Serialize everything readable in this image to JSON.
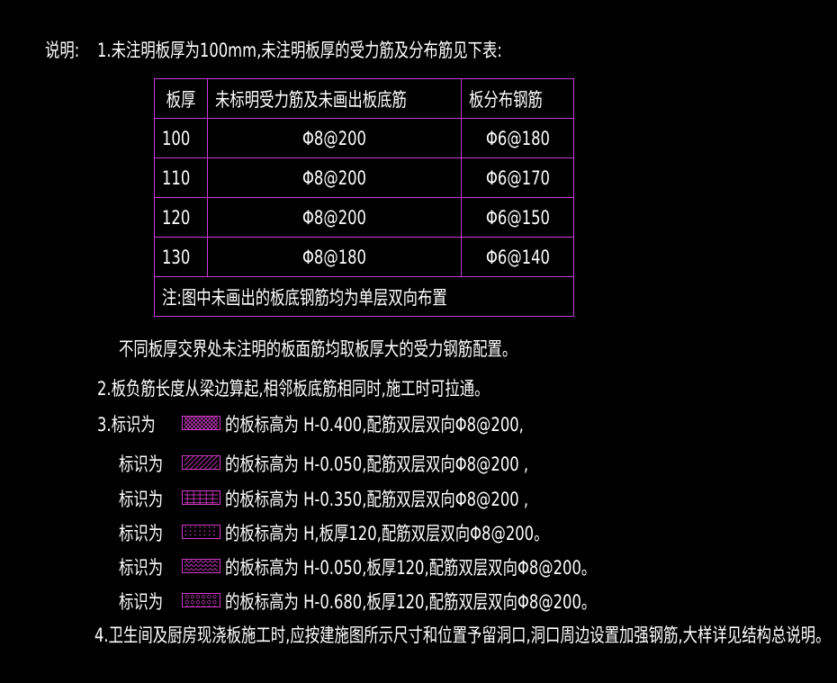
{
  "notes_label": "说明:",
  "item1": "1.未注明板厚为100mm,未注明板厚的受力筋及分布筋见下表:",
  "table": {
    "headers": [
      "板厚",
      "未标明受力筋及未画出板底筋",
      "板分布钢筋"
    ],
    "rows": [
      [
        "100",
        "Φ8@200",
        "Φ6@180"
      ],
      [
        "110",
        "Φ8@200",
        "Φ6@170"
      ],
      [
        "120",
        "Φ8@200",
        "Φ6@150"
      ],
      [
        "130",
        "Φ8@180",
        "Φ6@140"
      ]
    ],
    "footnote": "注:图中未画出的板底钢筋均为单层双向布置"
  },
  "item1_cont": "不同板厚交界处未注明的板面筋均取板厚大的受力钢筋配置。",
  "item2": "2.板负筋长度从梁边算起,相邻板底筋相同时,施工时可拉通。",
  "item3_prefix": "3.标识为",
  "label_prefix": "标识为",
  "legend": [
    {
      "icon": "crosshatch-pattern-icon",
      "text": "的板标高为 H-0.400,配筋双层双向Φ8@200,"
    },
    {
      "icon": "diagonal-hatch-pattern-icon",
      "text": "的板标高为 H-0.050,配筋双层双向Φ8@200 ,"
    },
    {
      "icon": "brick-pattern-icon",
      "text": "的板标高为 H-0.350,配筋双层双向Φ8@200 ,"
    },
    {
      "icon": "dot-pattern-icon",
      "text": "的板标高为 H,板厚120,配筋双层双向Φ8@200。"
    },
    {
      "icon": "zigzag-pattern-icon",
      "text": "的板标高为 H-0.050,板厚120,配筋双层双向Φ8@200。"
    },
    {
      "icon": "circle-pattern-icon",
      "text": "的板标高为 H-0.680,板厚120,配筋双层双向Φ8@200。"
    }
  ],
  "item4": "4.卫生间及厨房现浇板施工时,应按建施图所示尺寸和位置予留洞口,洞口周边设置加强钢筋,大样详见结构总说明。",
  "colors": {
    "background": "#000000",
    "text": "#ffffff",
    "table_border": "#c83cd8",
    "hatch": "#d23cc8"
  }
}
